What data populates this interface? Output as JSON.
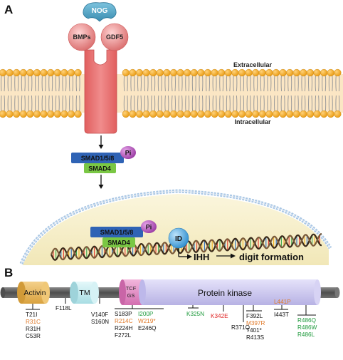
{
  "panel_a": {
    "letter": "A",
    "nog": "NOG",
    "bmps": "BMPs",
    "gdf5": "GDF5",
    "extracellular": "Extracellular",
    "intracellular": "Intracellular",
    "smad158": "SMAD1/5/8",
    "smad4": "SMAD4",
    "pi": "Pi",
    "smad158_nuc": "SMAD1/5/8",
    "smad4_nuc": "SMAD4",
    "pi_nuc": "Pi",
    "id": "ID",
    "ihh": "IHH",
    "digit": "digit formation",
    "colors": {
      "nog": "#5aa9c9",
      "bmp": "#e58a8a",
      "receptor": "#e46a6a",
      "lipid_head": "#f2a81c",
      "smad158": "#2f63b5",
      "smad4": "#7ac744",
      "pi": "#b85bbf",
      "nucleus": "#f6f0cf",
      "nucleus_edge": "#a9c7e5",
      "id": "#4aa3d8"
    }
  },
  "panel_b": {
    "letter": "B",
    "domains": {
      "activin": "Activin",
      "tm": "TM",
      "tcf_gs_line1": "TCF",
      "tcf_gs_line2": "GS",
      "kinase": "Protein kinase"
    },
    "mutations": {
      "m1": [
        "T21I",
        "R31C",
        "R31H",
        "C53R"
      ],
      "m2": [
        "F118L"
      ],
      "m3": [
        "V140F",
        "S160N"
      ],
      "m4a": [
        "S183P",
        "R214C",
        "R224H",
        "F272L"
      ],
      "m4b": [
        "I200P",
        "W219*",
        "E246Q"
      ],
      "m5": [
        "K325N"
      ],
      "m6": [
        "K342E"
      ],
      "m7": [
        "R371Q"
      ],
      "m8": [
        "F392L",
        "M397R",
        "T401*",
        "R413S"
      ],
      "m9": [
        "L441P",
        "I443T"
      ],
      "m10": [
        "R486Q",
        "R486W",
        "R486L"
      ]
    },
    "colors": {
      "black": "#111111",
      "orange": "#e07a2a",
      "green": "#1e9a3c",
      "red": "#e02424",
      "activin": "#e6b65a",
      "tm": "#bfe8ec",
      "tcf": "#e08ac0",
      "kinase": "#ccc8ee",
      "backbone": "#6b6b6b"
    }
  }
}
